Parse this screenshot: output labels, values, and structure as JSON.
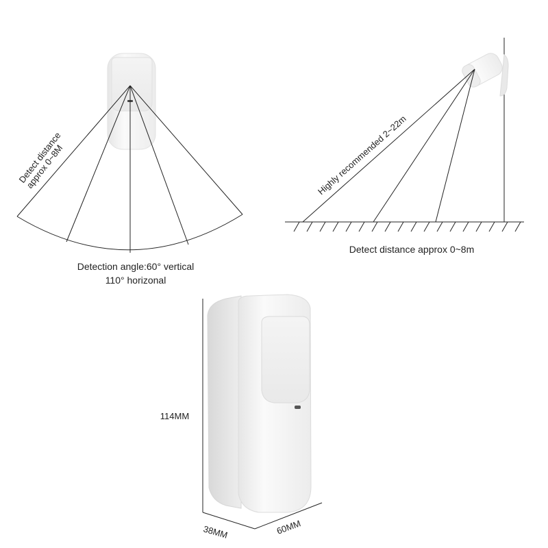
{
  "top_left": {
    "range_label_line1": "Detect distance",
    "range_label_line2": "approx 0~8M",
    "angle_line1": "Detection angle:60° vertical",
    "angle_line2": "110° horizonal"
  },
  "top_right": {
    "slant_label": "Highly recommended 2~22m",
    "floor_label": "Detect distance approx 0~8m"
  },
  "dimensions": {
    "height": "114MM",
    "depth": "38MM",
    "width": "60MM"
  },
  "colors": {
    "line": "#222222",
    "device_body": "#f7f7f7",
    "device_shade": "#dcdcdc",
    "lens": "#f1f1f1"
  }
}
